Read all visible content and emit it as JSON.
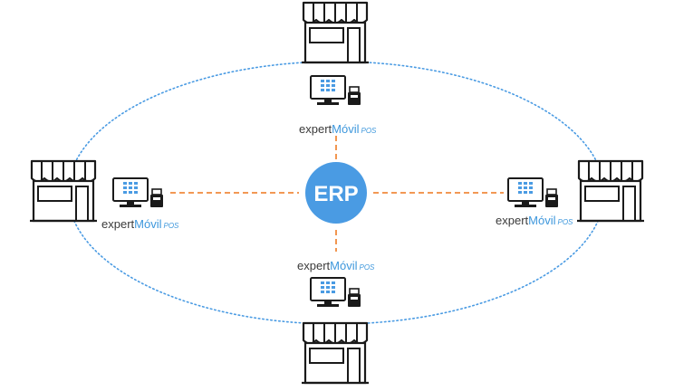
{
  "diagram": {
    "hub_label": "ERP",
    "pos_label": {
      "part1": "expert",
      "part2": "Móvil",
      "part3": "POS"
    },
    "colors": {
      "hub": "#4a9be3",
      "ring": "#4a9be3",
      "connector": "#f08a3c",
      "screen": "#4a9be3",
      "outline": "#1a1a1a"
    },
    "icons": [
      "store-icon",
      "pos-terminal-icon"
    ]
  }
}
